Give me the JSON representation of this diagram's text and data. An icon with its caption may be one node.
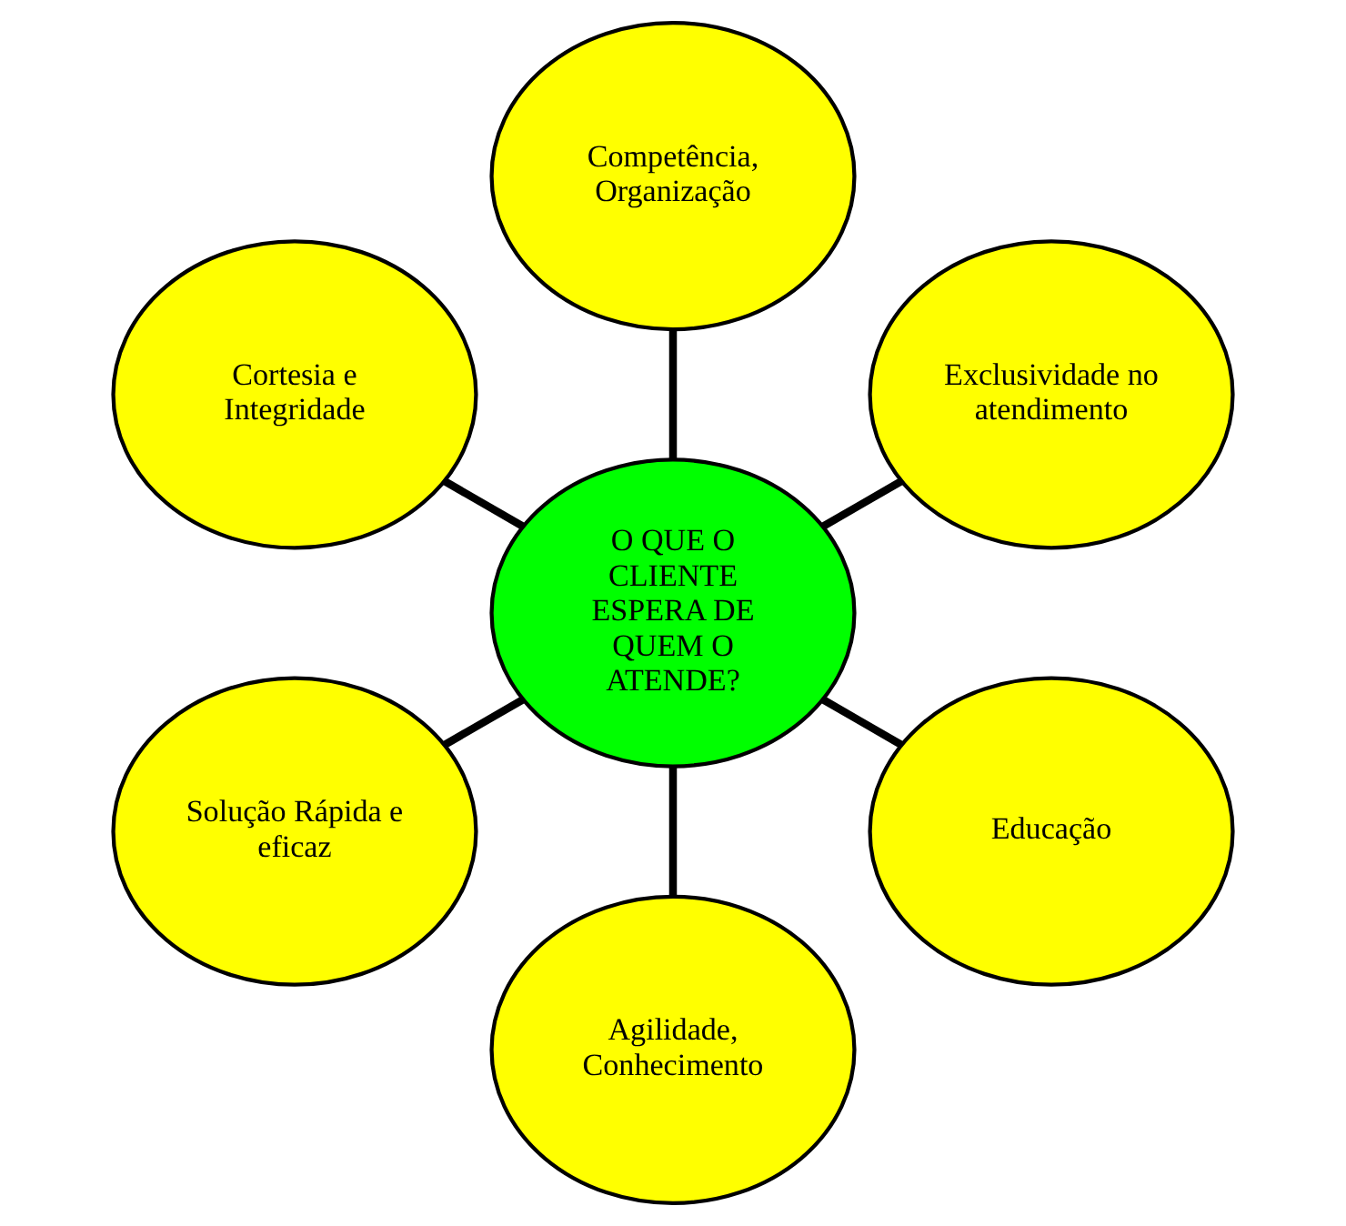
{
  "diagram": {
    "nodes": [
      {
        "text": [
          "Competência, Organização"
        ]
      },
      {
        "text": [
          "Cortesia e Integridade"
        ]
      },
      {
        "text": [
          "Exclusividade no atendimento"
        ]
      },
      {
        "text": [
          "O QUE O CLIENTE ESPERA DE QUEM O ATENDE?"
        ]
      },
      {
        "text": [
          "Solução Rápida e eficaz"
        ]
      },
      {
        "text": [
          "Educação"
        ]
      },
      {
        "text": [
          "Agilidade, Conhecimento"
        ]
      }
    ],
    "edges": [
      {
        "from": 3,
        "to": 0,
        "arrow": "none"
      },
      {
        "from": 3,
        "to": 2,
        "arrow": "none"
      },
      {
        "from": 3,
        "to": 5,
        "arrow": "none"
      },
      {
        "from": 3,
        "to": 6,
        "arrow": "none"
      },
      {
        "from": 3,
        "to": 4,
        "arrow": "none"
      },
      {
        "from": 3,
        "to": 1,
        "arrow": "none"
      }
    ]
  }
}
